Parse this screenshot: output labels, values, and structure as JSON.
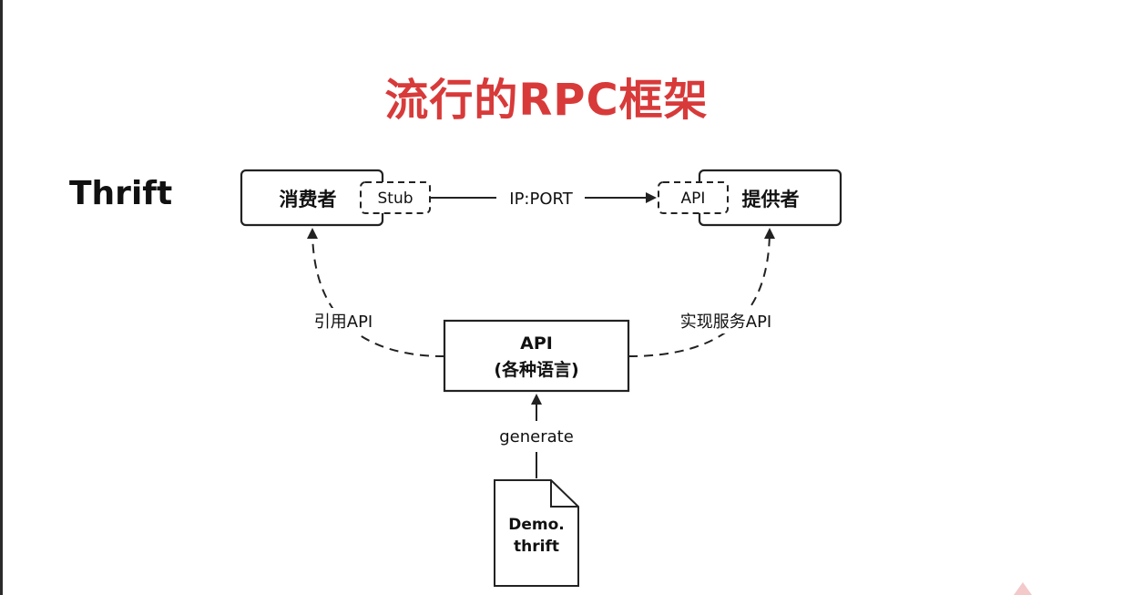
{
  "title": "流行的RPC框架",
  "framework": "Thrift",
  "consumer": {
    "label": "消费者",
    "stub_label": "Stub"
  },
  "provider": {
    "label": "提供者",
    "api_label": "API"
  },
  "connection_label": "IP:PORT",
  "api_box": {
    "line1": "API",
    "line2": "(各种语言)"
  },
  "edges": {
    "reference_api": "引用API",
    "implement_api": "实现服务API",
    "generate": "generate"
  },
  "file": {
    "line1": "Demo.",
    "line2": "thrift"
  }
}
